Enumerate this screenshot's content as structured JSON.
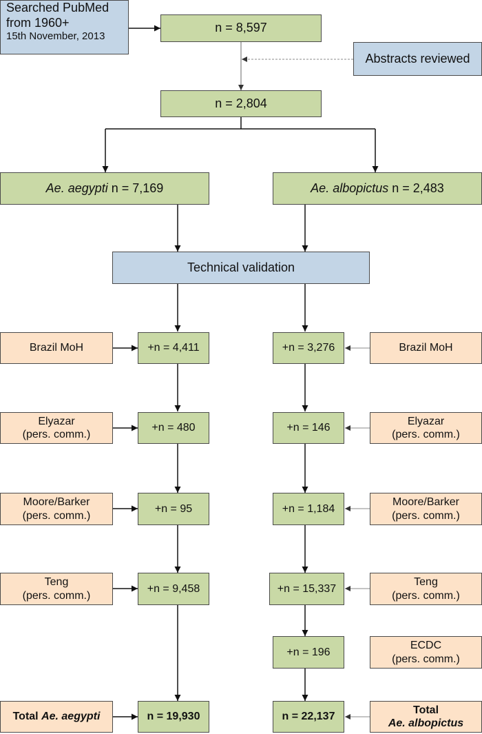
{
  "search": {
    "line1": "Searched PubMed",
    "line2": "from 1960+",
    "line3": "15th November, 2013"
  },
  "top_count": "n = 8,597",
  "abstracts_reviewed": "Abstracts reviewed",
  "reviewed_count": "n = 2,804",
  "aegypti": {
    "species": "Ae. aegypti",
    "count": " n = 7,169"
  },
  "albopictus": {
    "species": "Ae. albopictus",
    "count": " n = 2,483"
  },
  "validation": "Technical validation",
  "left_steps": [
    {
      "source": "Brazil MoH",
      "source_note": "",
      "count": "+n = 4,411"
    },
    {
      "source": "Elyazar",
      "source_note": "(pers. comm.)",
      "count": "+n = 480"
    },
    {
      "source": "Moore/Barker",
      "source_note": "(pers. comm.)",
      "count": "+n = 95"
    },
    {
      "source": "Teng",
      "source_note": "(pers. comm.)",
      "count": "+n = 9,458"
    }
  ],
  "right_steps": [
    {
      "source": "Brazil MoH",
      "source_note": "",
      "count": "+n = 3,276"
    },
    {
      "source": "Elyazar",
      "source_note": "(pers. comm.)",
      "count": "+n = 146"
    },
    {
      "source": "Moore/Barker",
      "source_note": "(pers. comm.)",
      "count": "+n = 1,184"
    },
    {
      "source": "Teng",
      "source_note": "(pers. comm.)",
      "count": "+n = 15,337"
    },
    {
      "source": "ECDC",
      "source_note": "(pers. comm.)",
      "count": "+n = 196"
    }
  ],
  "total_left": {
    "label_prefix": "Total ",
    "label_species": "Ae. aegypti",
    "count": "n = 19,930"
  },
  "total_right": {
    "label_line1": "Total",
    "label_species": "Ae. albopictus",
    "count": "n = 22,137"
  }
}
